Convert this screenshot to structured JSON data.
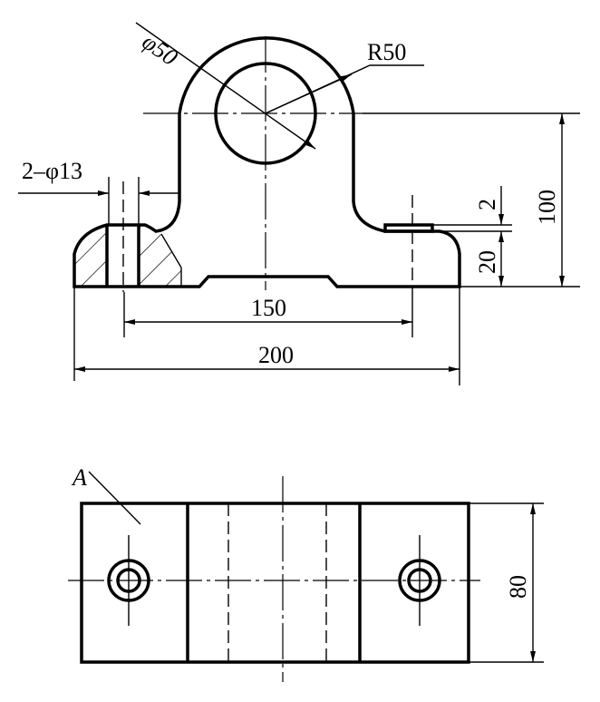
{
  "title": "Bearing bracket drawing",
  "front_view": {
    "dims": {
      "hole_diameter": "φ50",
      "radius": "R50",
      "bolt_holes": "2–φ13",
      "counterbore_depth": "2",
      "base_height": "20",
      "center_height": "100",
      "hole_spacing": "150",
      "overall_width": "200"
    }
  },
  "top_view": {
    "surface_label": "A",
    "depth": "80"
  }
}
